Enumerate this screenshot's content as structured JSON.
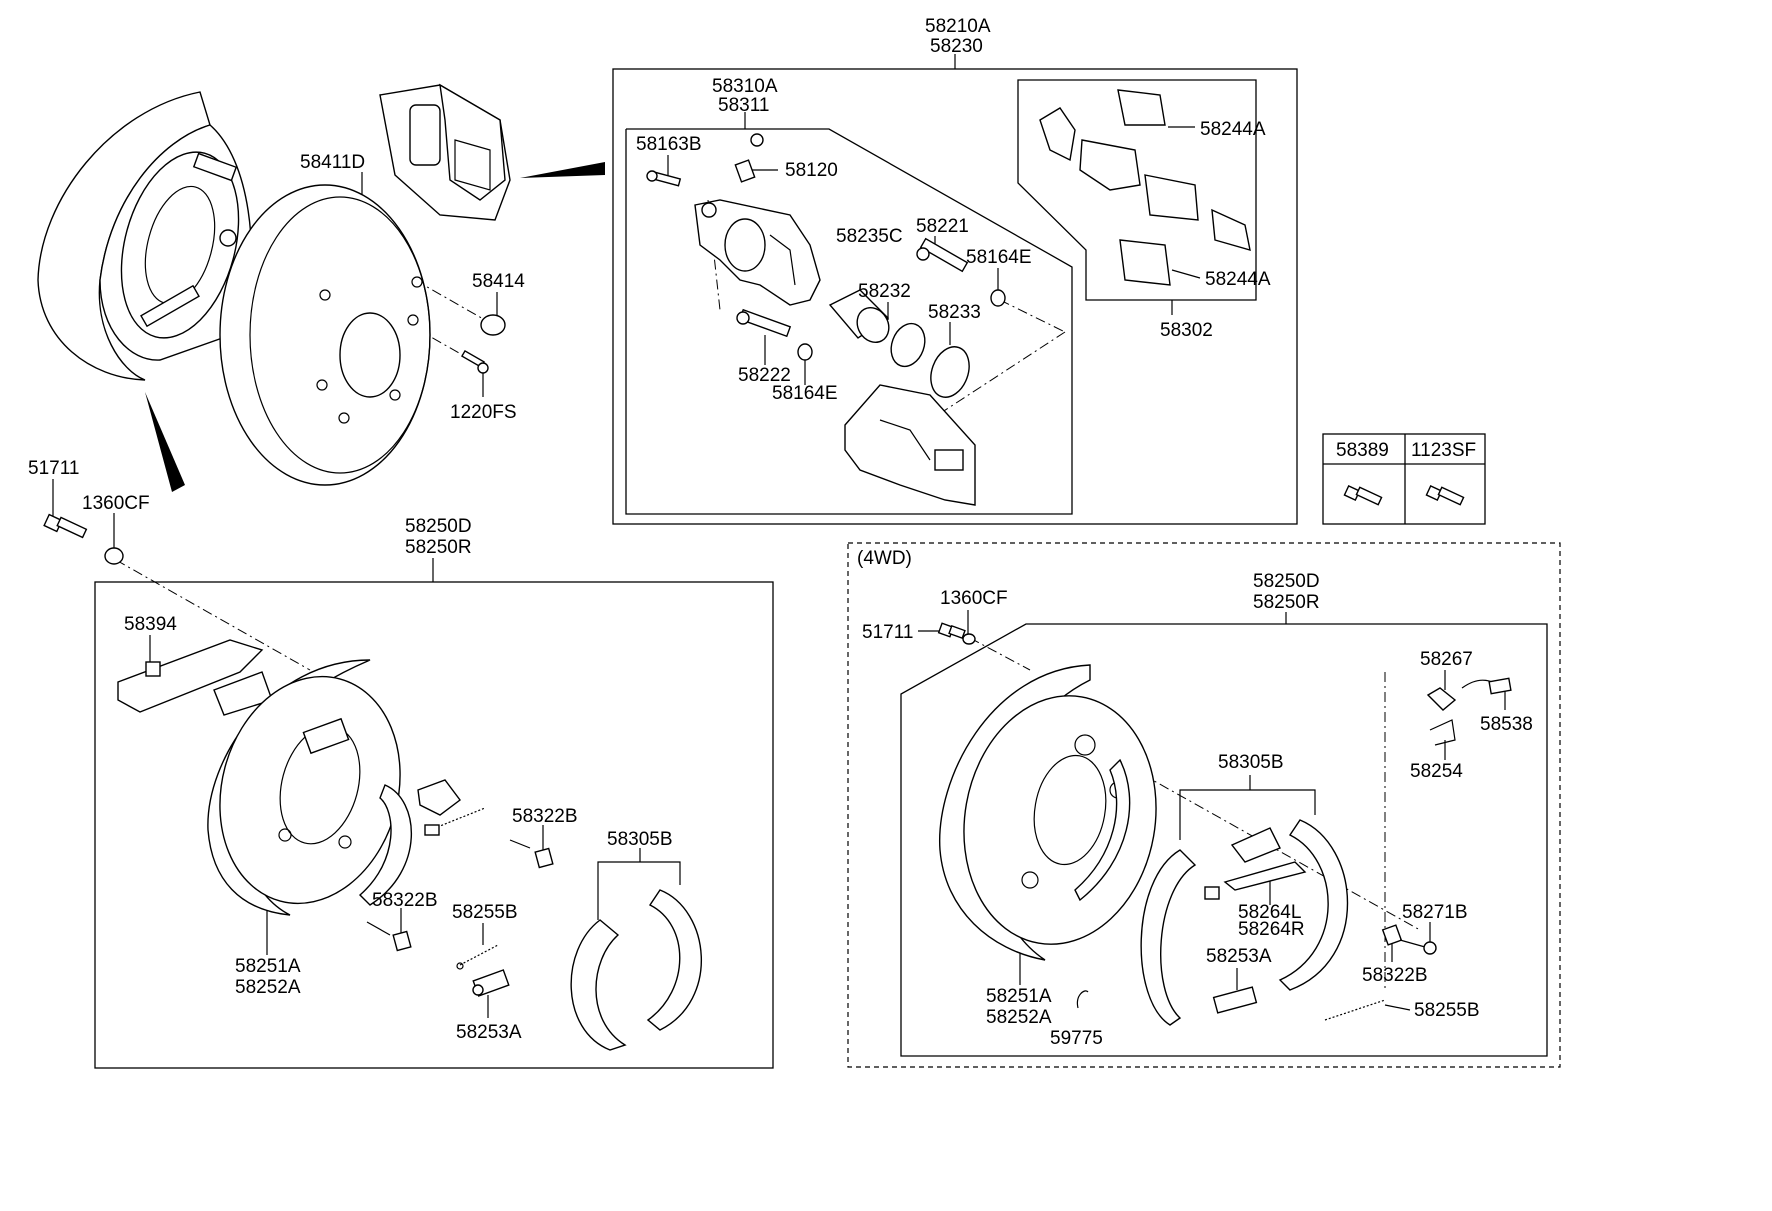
{
  "labels": {
    "caliper_assy_a": "58210A",
    "caliper_assy_b": "58230",
    "caliper_body_a": "58310A",
    "caliper_body_b": "58311",
    "bolt_58163b": "58163B",
    "bleeder_58120": "58120",
    "pin_58221": "58221",
    "piston_58235c": "58235C",
    "boot_58164e_top": "58164E",
    "seal_58232": "58232",
    "boot_58233": "58233",
    "pin_58222": "58222",
    "boot_58164e_bottom": "58164E",
    "spring_58244a_top": "58244A",
    "spring_58244a_bottom": "58244A",
    "pad_kit_58302": "58302",
    "disc_58411d": "58411D",
    "cap_58414": "58414",
    "screw_1220fs": "1220FS",
    "bolt_51711": "51711",
    "washer_1360cf": "1360CF",
    "brake_assy_a": "58250D",
    "brake_assy_b": "58250R",
    "lever_58394": "58394",
    "adjuster_58322b_a": "58322B",
    "adjuster_58322b_b": "58322B",
    "spring_58255b": "58255B",
    "shoe_58305b": "58305B",
    "plate_a": "58251A",
    "plate_b": "58252A",
    "cylinder_58253a": "58253A"
  },
  "bolt_table": {
    "col1": "58389",
    "col2": "1123SF"
  },
  "awd": {
    "heading": "(4WD)",
    "washer_1360cf": "1360CF",
    "bolt_51711": "51711",
    "brake_assy_a": "58250D",
    "brake_assy_b": "58250R",
    "spring_58267": "58267",
    "spring_58538": "58538",
    "spring_58254": "58254",
    "shoe_58305b": "58305B",
    "lever_a": "58264L",
    "lever_b": "58264R",
    "bolt_58271b": "58271B",
    "adjuster_58322b": "58322B",
    "cylinder_58253a": "58253A",
    "plate_a": "58251A",
    "plate_b": "58252A",
    "pin_59775": "59775",
    "spring_58255b": "58255B"
  }
}
